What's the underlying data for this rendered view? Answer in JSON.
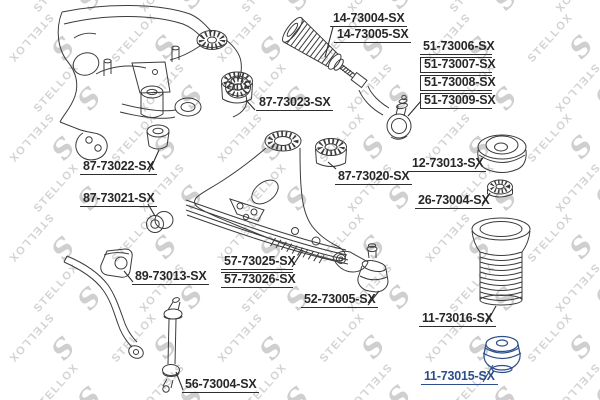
{
  "watermark": {
    "text": "STELLOX",
    "logo": "S",
    "color": "#cccccc"
  },
  "colors": {
    "line": "#3b3b3b",
    "label": "#282828",
    "highlight": "#2d4e8c",
    "background": "#ffffff"
  },
  "highlighted_part": "11-73015-SX",
  "labels": {
    "boot_a": "14-73004-SX",
    "boot_b": "14-73005-SX",
    "tie_rod_end": [
      "51-73006-SX",
      "51-73007-SX",
      "51-73008-SX",
      "51-73009-SX"
    ],
    "bushing_upper": "87-73023-SX",
    "bushing_front": "87-73022-SX",
    "bushing_small": "87-73021-SX",
    "strut_mount": "12-73013-SX",
    "bearing": "26-73004-SX",
    "bushing_rear": "87-73020-SX",
    "control_arm": [
      "57-73025-SX",
      "57-73026-SX"
    ],
    "ball_joint": "52-73005-SX",
    "stab_bushing": "89-73013-SX",
    "stab_link": "56-73004-SX",
    "dust_boot": "11-73016-SX",
    "bump_stop": "11-73015-SX"
  }
}
